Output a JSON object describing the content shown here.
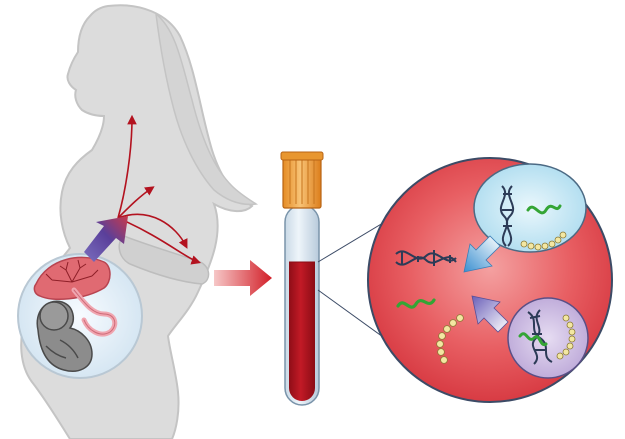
{
  "diagram": {
    "type": "illustration",
    "elements": [
      "pregnant-woman-silhouette",
      "fetus-and-placenta",
      "circulation-arrows",
      "blood-collection-tube",
      "magnified-plasma-circle",
      "maternal-cell",
      "fetal-cell",
      "cell-free-dna-fragments"
    ],
    "colors": {
      "silhouette": "#d9d9d9",
      "silhouette_outline": "#bdbdbd",
      "blood": "#b3121f",
      "plasma_circle": "#e5535a",
      "tube_cap": "#f0a94a",
      "tube_glass": "#d6e4ef",
      "maternal_cell": "#bfe6f2",
      "fetal_cell": "#c9b7dd",
      "dna_green": "#34a535",
      "dna_dark": "#2c3b57",
      "dna_beads": "#f3e7a2"
    }
  }
}
